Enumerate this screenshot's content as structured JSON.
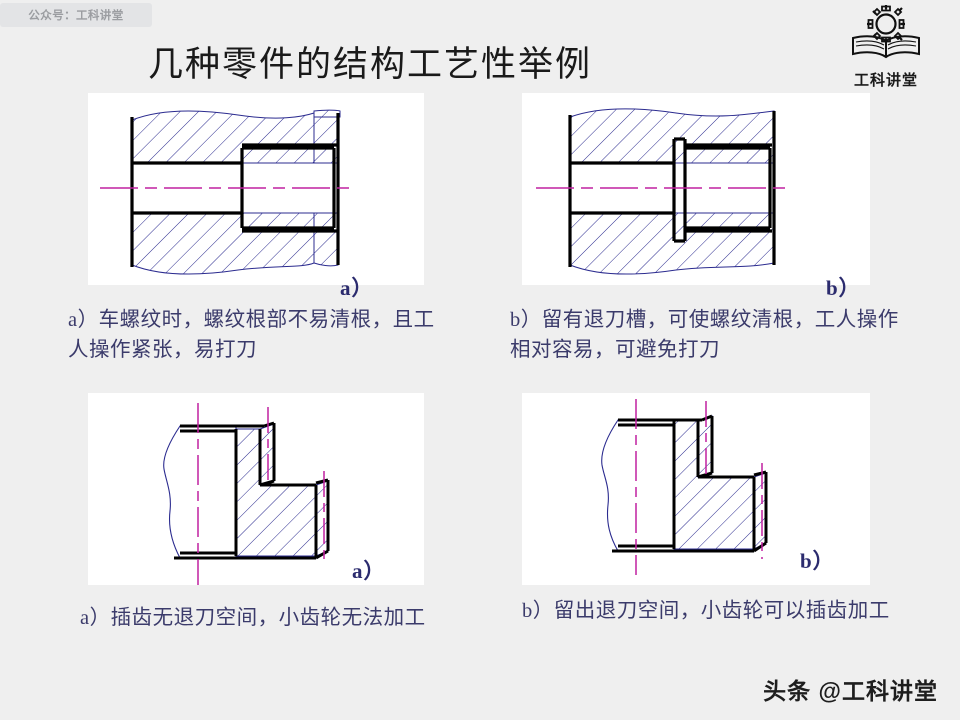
{
  "header": {
    "channel_badge": "公众号：工科讲堂",
    "logo_text": "工科讲堂",
    "logo_icon": "gear-over-open-book-icon"
  },
  "title": "几种零件的结构工艺性举例",
  "figures": {
    "top_left": {
      "label": "a）",
      "caption": "a）车螺纹时，螺纹根部不易清根，且工人操作紧张，易打刀",
      "description": "threaded-hole-section-no-relief-groove"
    },
    "top_right": {
      "label": "b）",
      "caption": "b）留有退刀槽，可使螺纹清根，工人操作相对容易，可避免打刀",
      "description": "threaded-hole-section-with-relief-groove"
    },
    "bottom_left": {
      "label": "a）",
      "caption": "a）插齿无退刀空间，小齿轮无法加工",
      "description": "stepped-shaft-no-tool-clearance"
    },
    "bottom_right": {
      "label": "b）",
      "caption": "b）留出退刀空间，小齿轮可以插齿加工",
      "description": "stepped-shaft-with-tool-clearance"
    }
  },
  "watermark": "头条 @工科讲堂",
  "colors": {
    "background": "#efefef",
    "panel": "#ffffff",
    "outline": "#000000",
    "hatch": "#2b2b8f",
    "centerline": "#c020a0",
    "caption_text": "#3b3b6b",
    "title_text": "#1a1a1a",
    "badge_bg": "#e3e4e6",
    "badge_text": "#9b9da1"
  }
}
